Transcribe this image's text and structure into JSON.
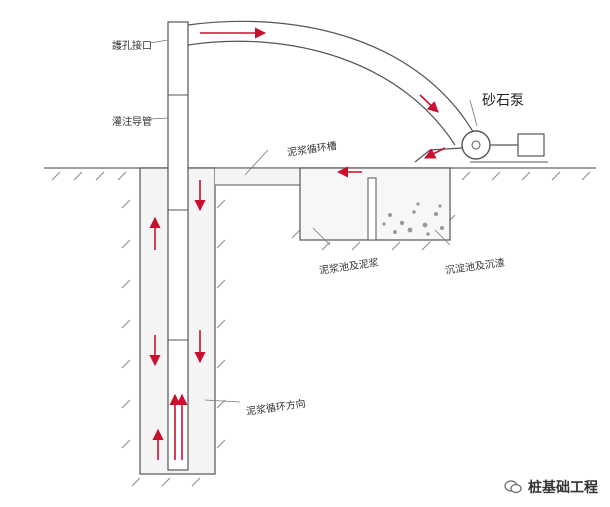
{
  "labels": {
    "hole_mouth": "護孔接口",
    "pour_pipe": "灌注导管",
    "sand_pump": "砂石泵",
    "mud_trench": "泥浆循环槽",
    "mud_pool": "泥浆池及泥浆",
    "sediment_pool": "沉淀池及沉渣",
    "circulation_dir": "泥浆循环方向"
  },
  "watermark": "桩基础工程",
  "colors": {
    "line": "#555555",
    "arrow": "#c8102e",
    "ground": "#666666",
    "fill": "#f4f4f4"
  }
}
